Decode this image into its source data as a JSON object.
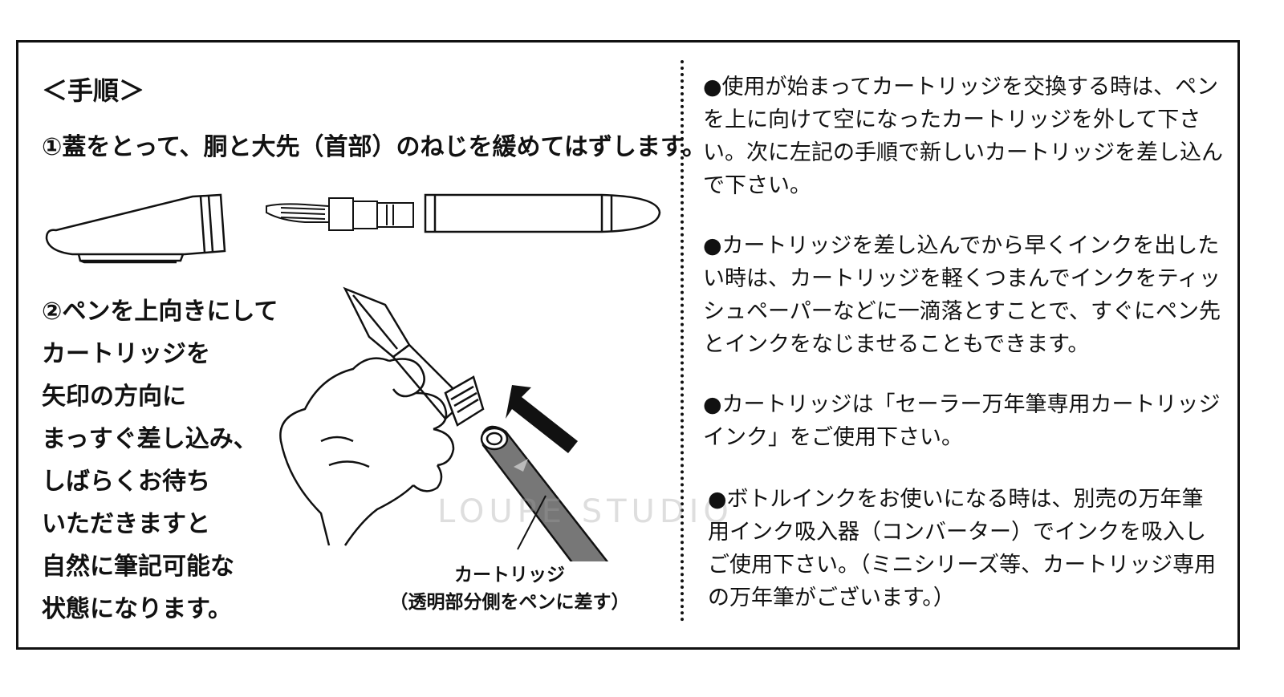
{
  "left": {
    "heading": "＜手順＞",
    "step1": "①蓋をとって、胴と大先（首部）のねじを緩めてはずします。",
    "step2_lines": [
      "②ペンを上向きにして",
      "カートリッジを",
      "矢印の方向に",
      "まっすぐ差し込み、",
      "しばらくお待ち",
      "いただきますと",
      "自然に筆記可能な",
      "状態になります。"
    ],
    "cartridge_label": {
      "line1": "カートリッジ",
      "line2": "（透明部分側をペンに差す）"
    },
    "watermark": "LOUPE STUDIO"
  },
  "right": {
    "paragraphs": [
      "●使用が始まってカートリッジを交換する時は、ペンを上に向けて空になったカートリッジを外して下さい。次に左記の手順で新しいカートリッジを差し込んで下さい。",
      "●カートリッジを差し込んでから早くインクを出したい時は、カートリッジを軽くつまんでインクをティッシュペーパーなどに一滴落とすことで、すぐにペン先とインクをなじませることもできます。",
      "●カートリッジは「セーラー万年筆専用カートリッジインク」をご使用下さい。",
      "●ボトルインクをお使いになる時は、別売の万年筆用インク吸入器（コンバーター）でインクを吸入しご使用下さい。（ミニシリーズ等、カートリッジ専用の万年筆がございます。）"
    ]
  },
  "colors": {
    "ink": "#111111",
    "background": "#ffffff"
  }
}
